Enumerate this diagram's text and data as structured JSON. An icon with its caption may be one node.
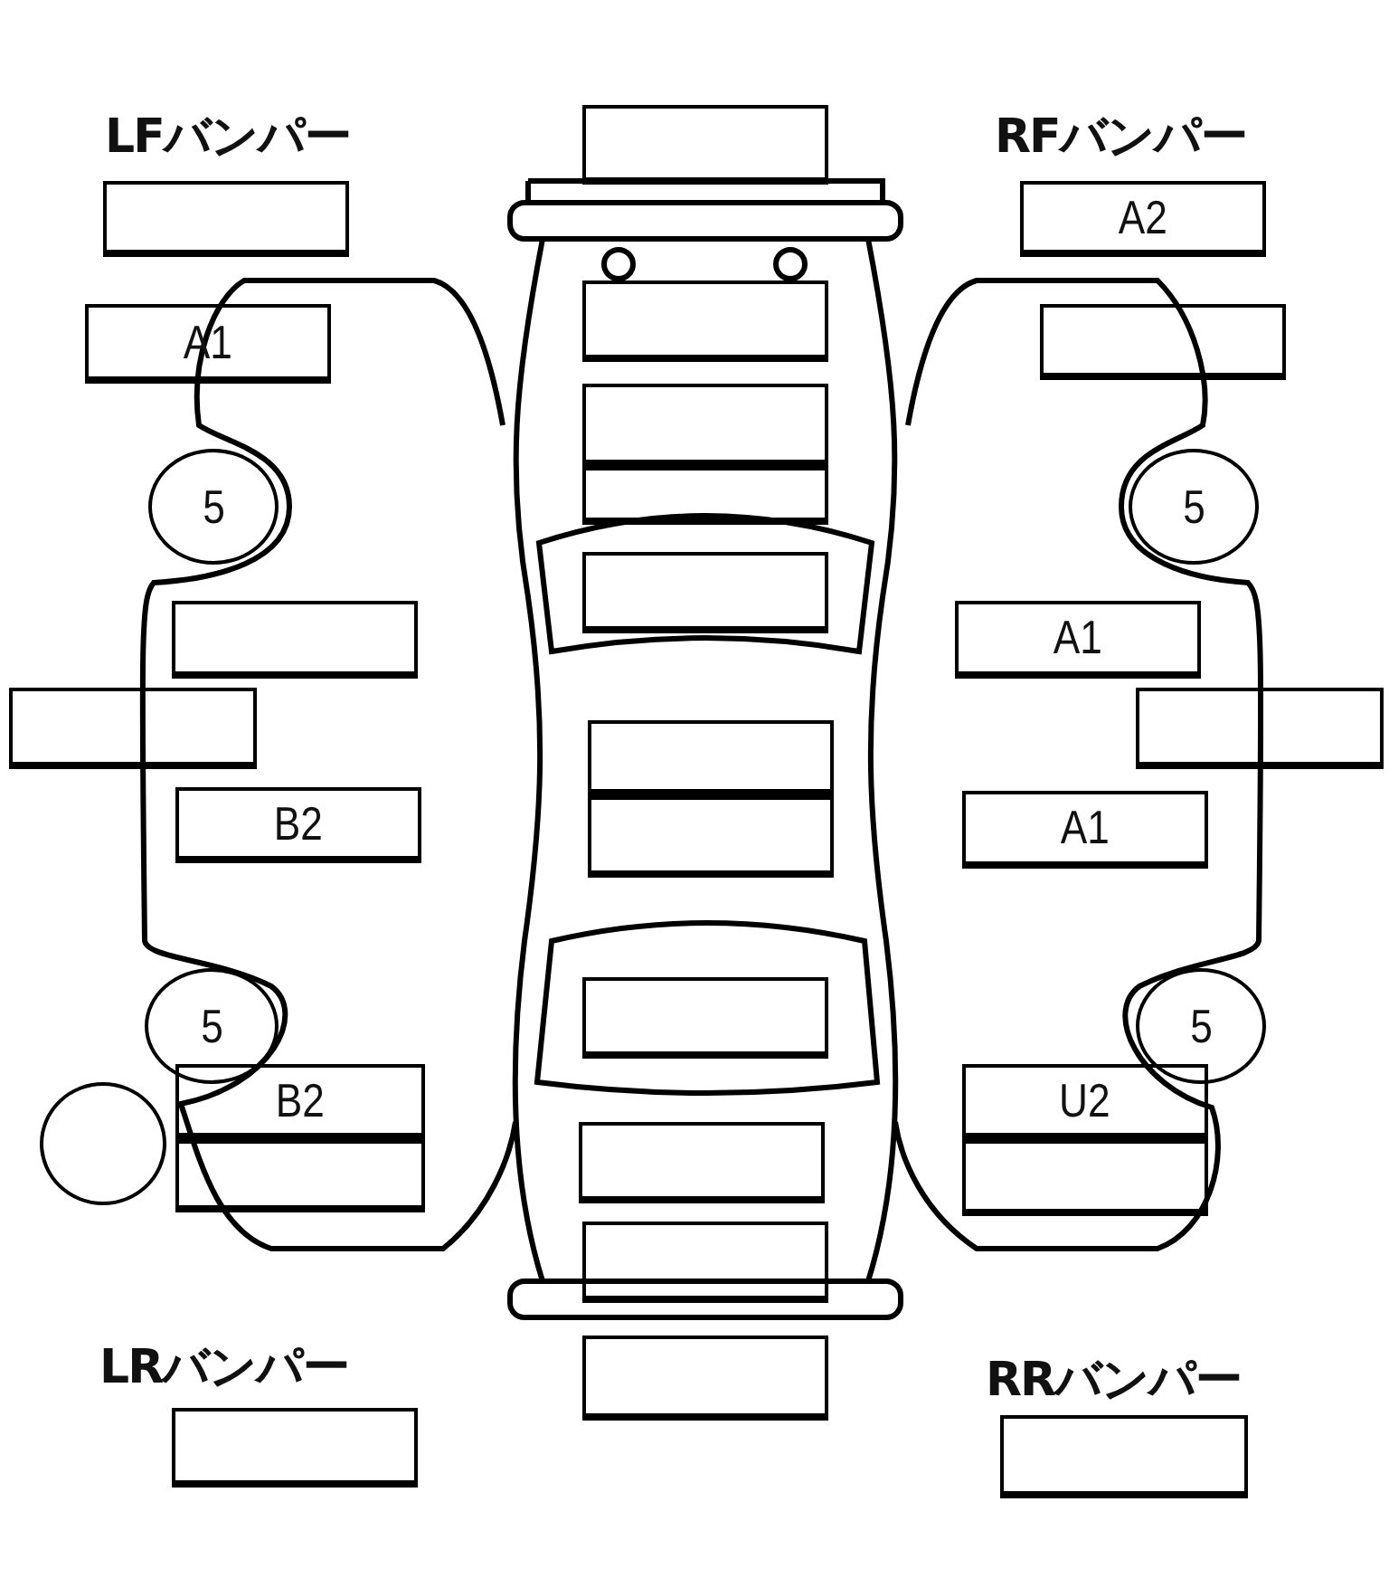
{
  "diagram": {
    "nodes": [
      {
        "text": [],
        "shape": "box"
      },
      {
        "text": [],
        "shape": "box"
      },
      {
        "text": [
          "A2"
        ]
      },
      {
        "text": [
          "A1"
        ]
      },
      {
        "text": [],
        "shape": "box"
      },
      {
        "text": [],
        "shape": "box"
      },
      {
        "text": [],
        "shape": "box"
      },
      {
        "text": [],
        "shape": "box"
      },
      {
        "text": [
          "5"
        ]
      },
      {
        "text": [
          "5"
        ]
      },
      {
        "text": [],
        "shape": "box"
      },
      {
        "text": [],
        "shape": "box"
      },
      {
        "text": [
          "A1"
        ]
      },
      {
        "text": [],
        "shape": "box"
      },
      {
        "text": [],
        "shape": "box"
      },
      {
        "text": [],
        "shape": "box"
      },
      {
        "text": [],
        "shape": "box"
      },
      {
        "text": [
          "B2"
        ]
      },
      {
        "text": [
          "A1"
        ]
      },
      {
        "text": [],
        "shape": "box"
      },
      {
        "text": [
          "5"
        ]
      },
      {
        "text": [
          "5"
        ]
      },
      {
        "text": [
          "B2"
        ]
      },
      {
        "text": [
          "U2"
        ]
      },
      {
        "text": [],
        "shape": "circle"
      },
      {
        "text": [],
        "shape": "box"
      },
      {
        "text": [],
        "shape": "box"
      },
      {
        "text": [],
        "shape": "box"
      },
      {
        "text": [],
        "shape": "box"
      },
      {
        "text": [],
        "shape": "box"
      },
      {
        "text": [],
        "shape": "box"
      },
      {
        "text": [],
        "shape": "box"
      }
    ],
    "edges": [],
    "labels": [
      "LFバンパー",
      "RFバンパー",
      "LRバンパー",
      "RRバンパー"
    ]
  }
}
